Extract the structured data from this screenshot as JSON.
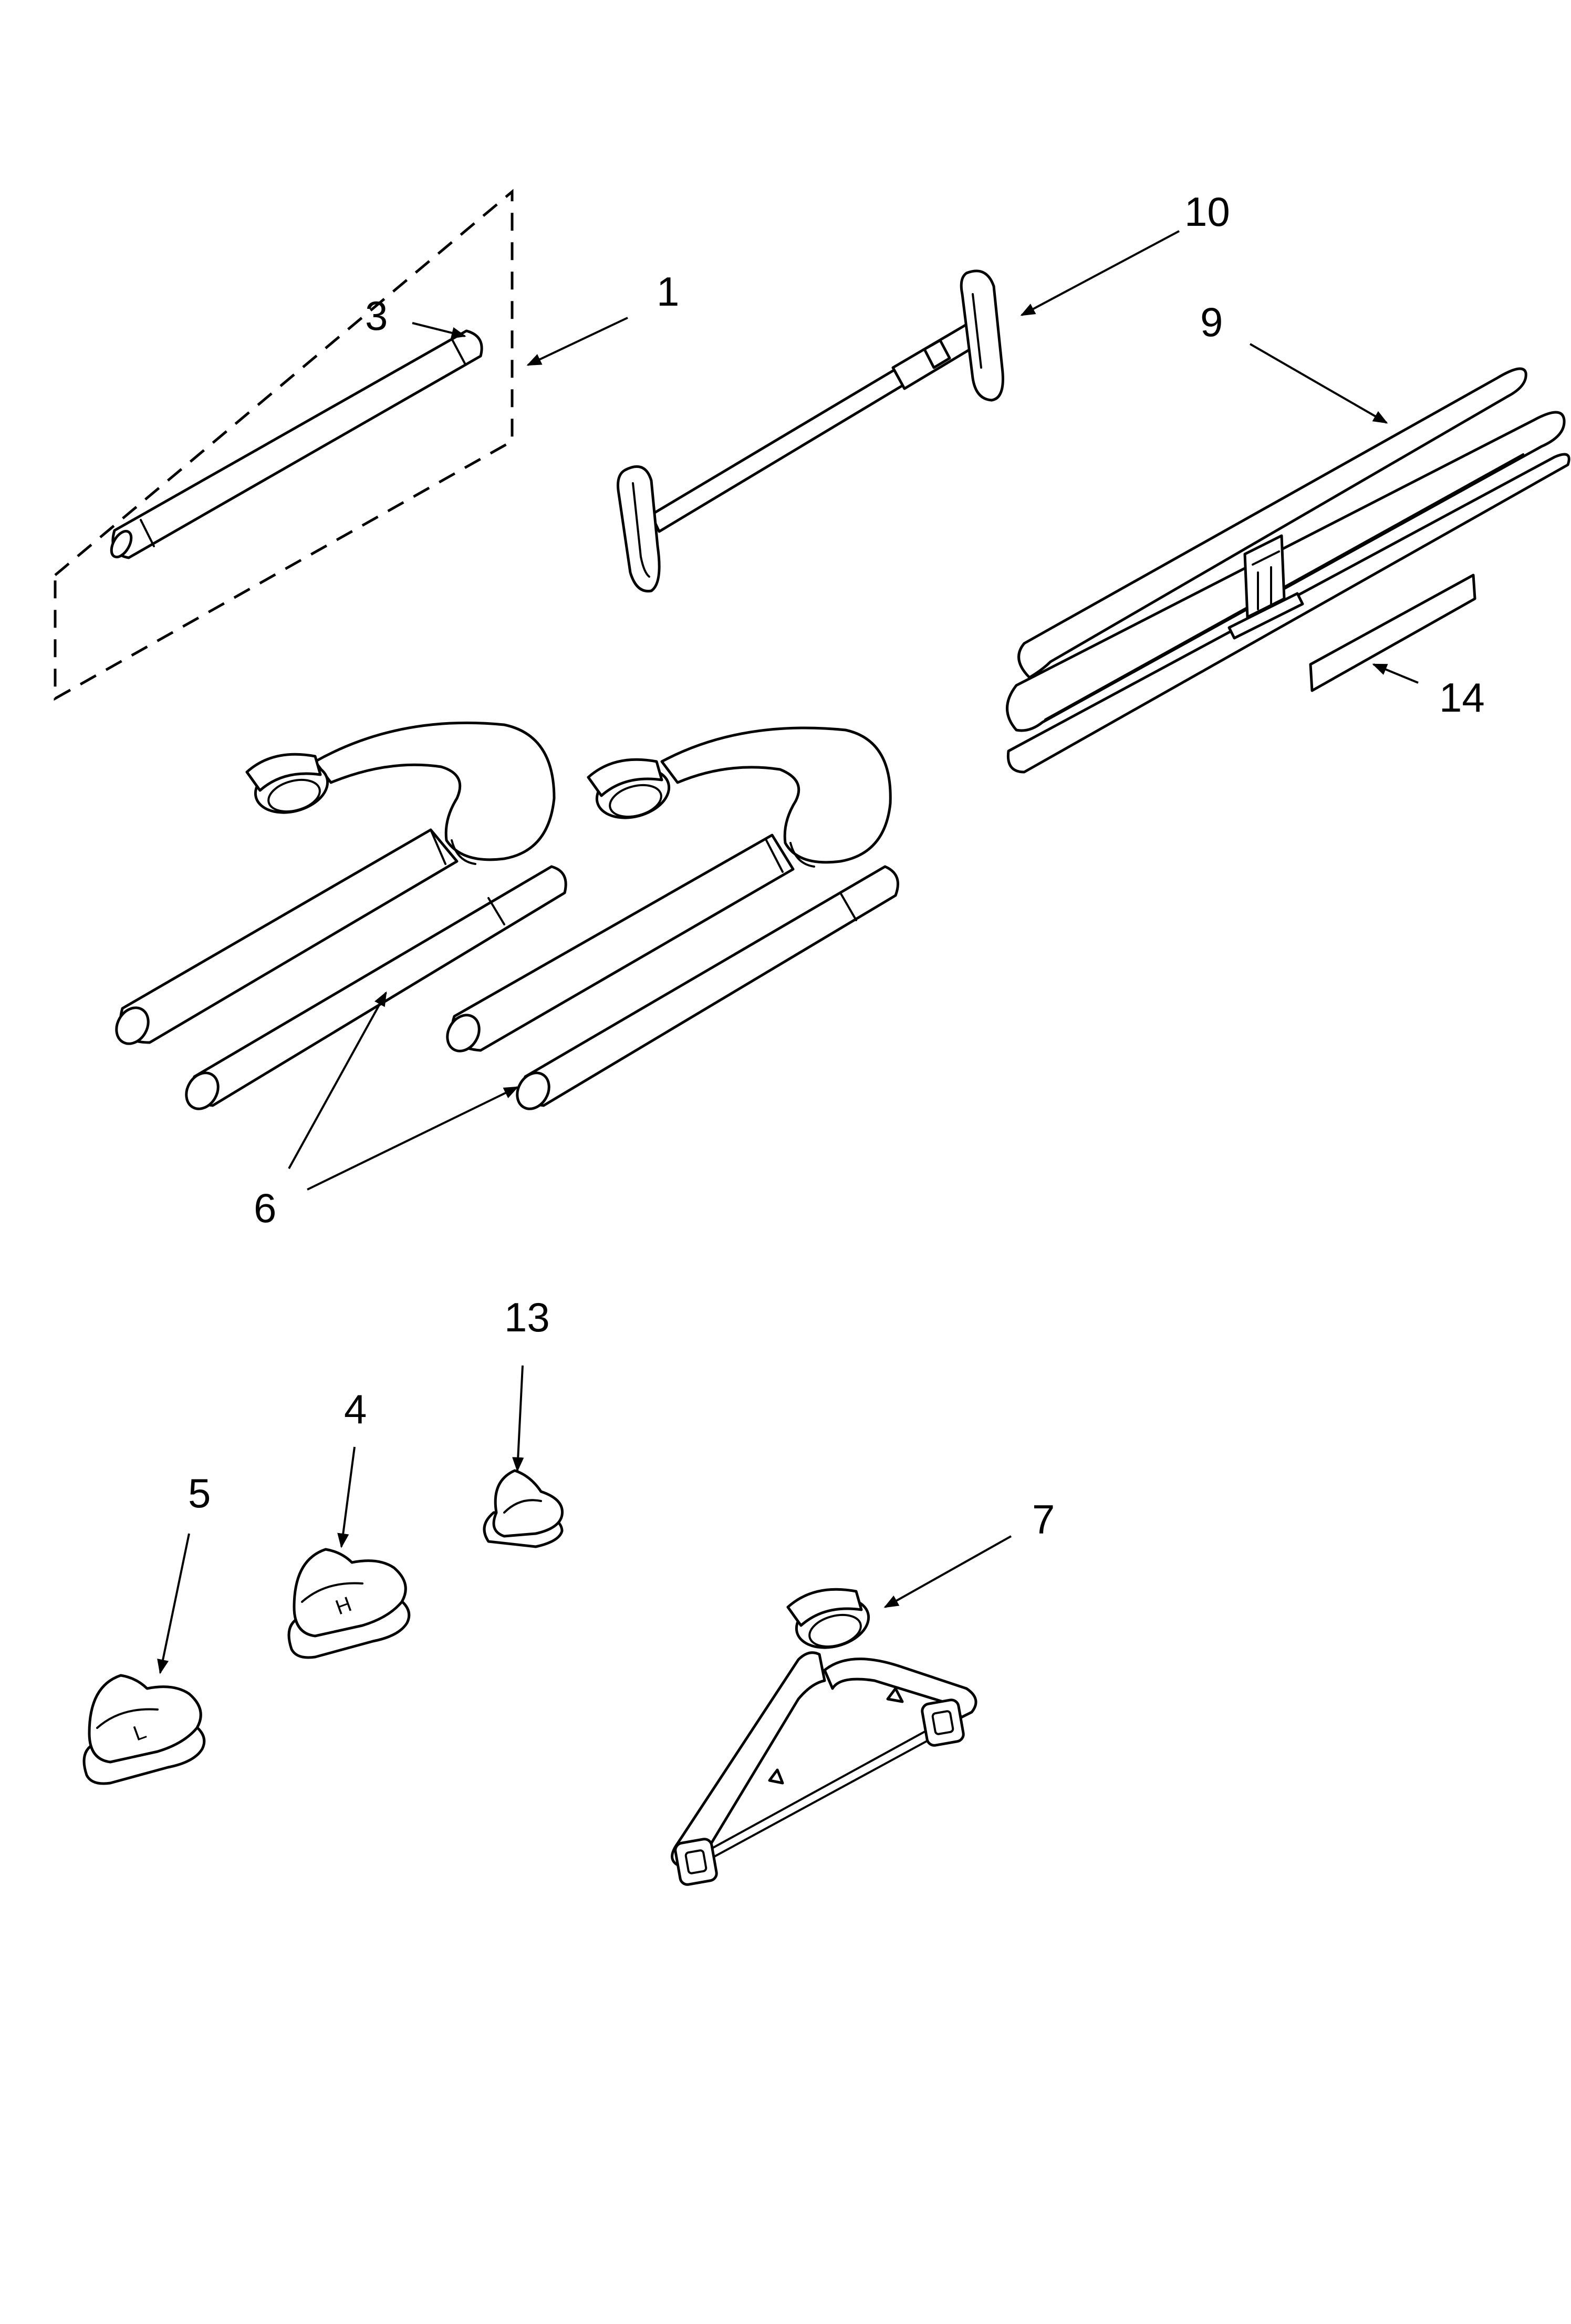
{
  "diagram": {
    "callouts": {
      "c1": "1",
      "c3": "3",
      "c4": "4",
      "c5": "5",
      "c6": "6",
      "c7": "7",
      "c9": "9",
      "c10": "10",
      "c13": "13",
      "c14": "14"
    },
    "marker_letters": {
      "h": "H",
      "l": "L"
    },
    "colors": {
      "line": "#000000",
      "background": "#ffffff"
    }
  }
}
